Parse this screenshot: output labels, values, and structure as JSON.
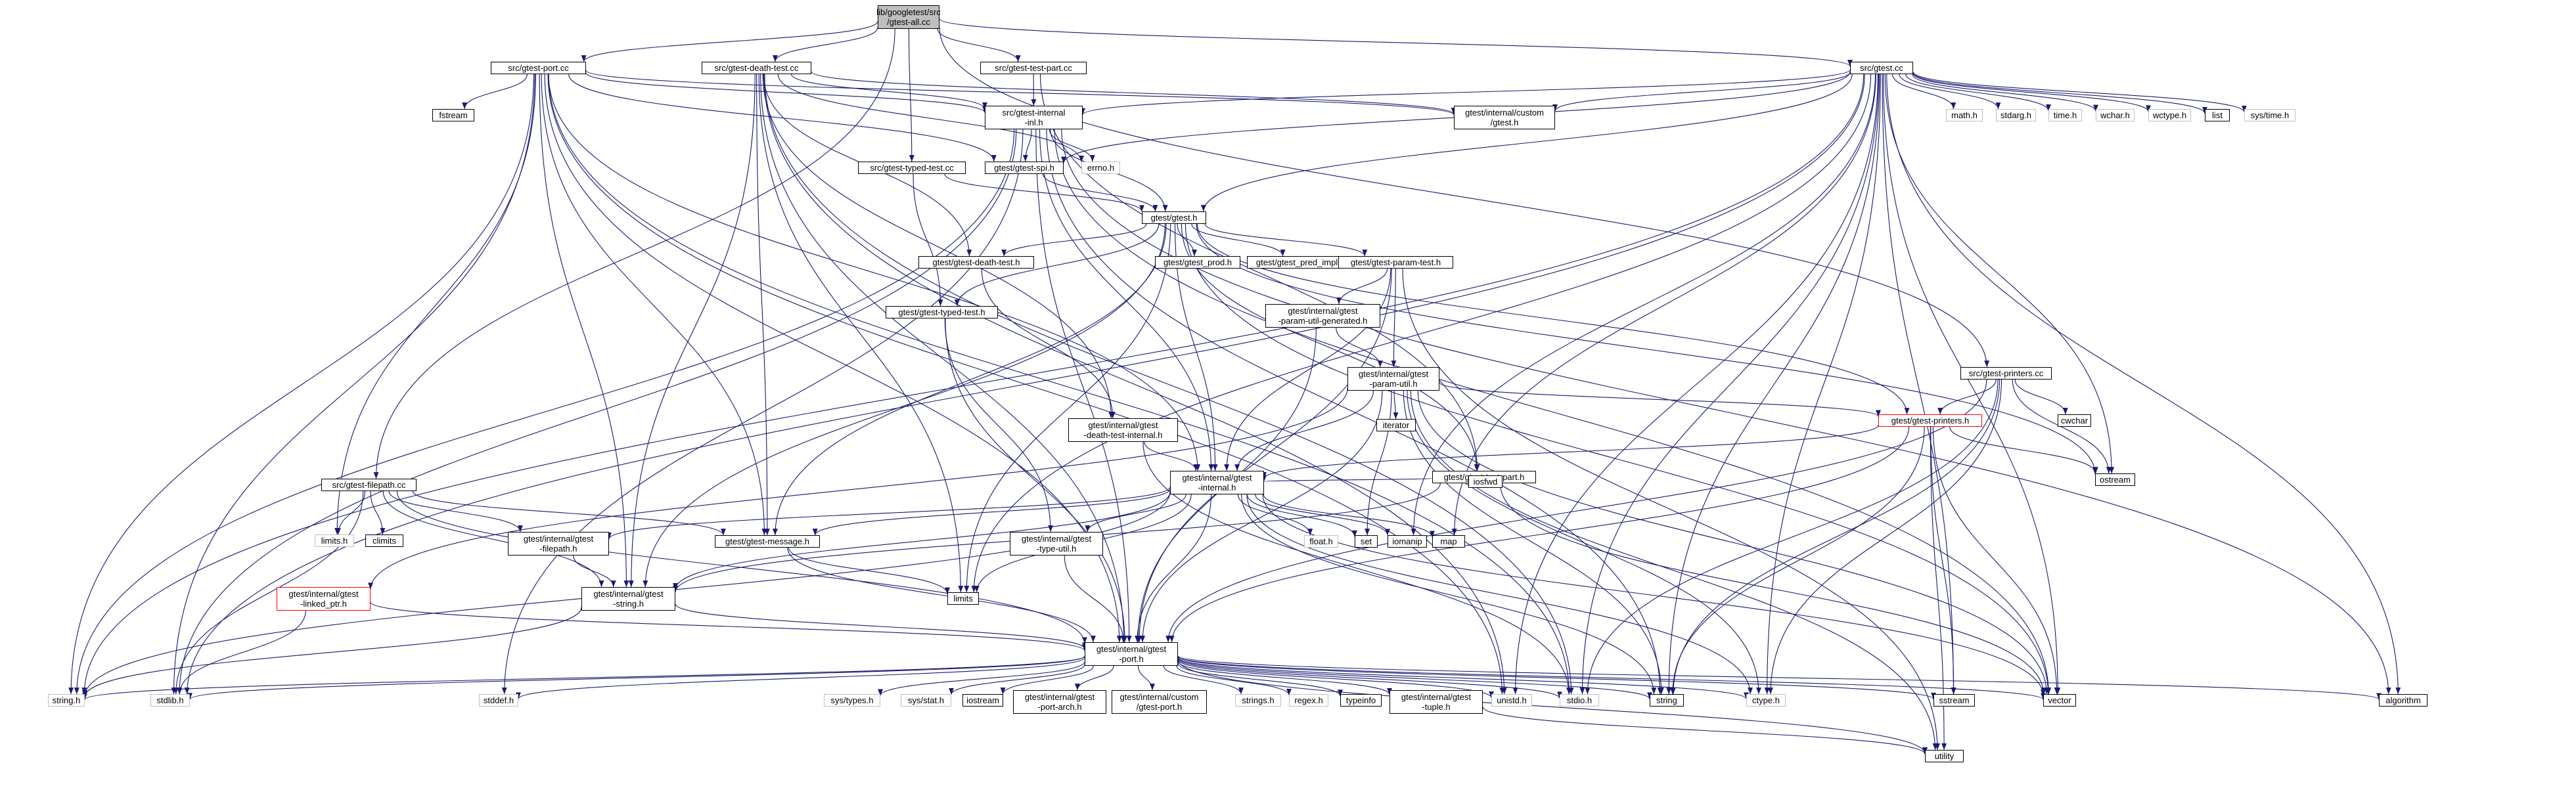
{
  "colors": {
    "edge": "#191970",
    "root_fill": "#bfbfbf",
    "system_border": "#bfbfbf",
    "truncated_border": "#ff0000",
    "node_border": "#000000"
  },
  "nodes": [
    {
      "id": "root",
      "label": "lib/googletest/src\n/gtest-all.cc",
      "kind": "root"
    },
    {
      "id": "port_cc",
      "label": "src/gtest-port.cc",
      "kind": "file"
    },
    {
      "id": "death_cc",
      "label": "src/gtest-death-test.cc",
      "kind": "file"
    },
    {
      "id": "testpart_cc",
      "label": "src/gtest-test-part.cc",
      "kind": "file"
    },
    {
      "id": "gtest_cc",
      "label": "src/gtest.cc",
      "kind": "file"
    },
    {
      "id": "fstream",
      "label": "fstream",
      "kind": "file"
    },
    {
      "id": "internal_inl",
      "label": "src/gtest-internal\n-inl.h",
      "kind": "file"
    },
    {
      "id": "custom_gtest",
      "label": "gtest/internal/custom\n/gtest.h",
      "kind": "file"
    },
    {
      "id": "math",
      "label": "math.h",
      "kind": "system"
    },
    {
      "id": "stdarg",
      "label": "stdarg.h",
      "kind": "system"
    },
    {
      "id": "time",
      "label": "time.h",
      "kind": "system"
    },
    {
      "id": "wchar",
      "label": "wchar.h",
      "kind": "system"
    },
    {
      "id": "wctype",
      "label": "wctype.h",
      "kind": "system"
    },
    {
      "id": "list",
      "label": "list",
      "kind": "file"
    },
    {
      "id": "systime",
      "label": "sys/time.h",
      "kind": "system"
    },
    {
      "id": "typed_cc",
      "label": "src/gtest-typed-test.cc",
      "kind": "file"
    },
    {
      "id": "spi",
      "label": "gtest/gtest-spi.h",
      "kind": "file"
    },
    {
      "id": "errno",
      "label": "errno.h",
      "kind": "system"
    },
    {
      "id": "gtest_h",
      "label": "gtest/gtest.h",
      "kind": "file"
    },
    {
      "id": "deathtest_h",
      "label": "gtest/gtest-death-test.h",
      "kind": "file"
    },
    {
      "id": "prod",
      "label": "gtest/gtest_prod.h",
      "kind": "file"
    },
    {
      "id": "pred_impl",
      "label": "gtest/gtest_pred_impl.h",
      "kind": "file"
    },
    {
      "id": "paramtest",
      "label": "gtest/gtest-param-test.h",
      "kind": "file"
    },
    {
      "id": "typedtest_h",
      "label": "gtest/gtest-typed-test.h",
      "kind": "file"
    },
    {
      "id": "param_gen",
      "label": "gtest/internal/gtest\n-param-util-generated.h",
      "kind": "file"
    },
    {
      "id": "param_util",
      "label": "gtest/internal/gtest\n-param-util.h",
      "kind": "file"
    },
    {
      "id": "printers_cc",
      "label": "src/gtest-printers.cc",
      "kind": "file"
    },
    {
      "id": "cwchar",
      "label": "cwchar",
      "kind": "file"
    },
    {
      "id": "printers_h",
      "label": "gtest/gtest-printers.h",
      "kind": "truncated"
    },
    {
      "id": "ostream",
      "label": "ostream",
      "kind": "file"
    },
    {
      "id": "iterator",
      "label": "iterator",
      "kind": "file"
    },
    {
      "id": "testpart_h",
      "label": "gtest/gtest-test-part.h",
      "kind": "file"
    },
    {
      "id": "iosfwd",
      "label": "iosfwd",
      "kind": "file"
    },
    {
      "id": "death_internal",
      "label": "gtest/internal/gtest\n-death-test-internal.h",
      "kind": "file"
    },
    {
      "id": "internal_h",
      "label": "gtest/internal/gtest\n-internal.h",
      "kind": "file"
    },
    {
      "id": "filepath_cc",
      "label": "src/gtest-filepath.cc",
      "kind": "file"
    },
    {
      "id": "limits_h",
      "label": "limits.h",
      "kind": "system"
    },
    {
      "id": "climits",
      "label": "climits",
      "kind": "file"
    },
    {
      "id": "filepath_h",
      "label": "gtest/internal/gtest\n-filepath.h",
      "kind": "file"
    },
    {
      "id": "message_h",
      "label": "gtest/gtest-message.h",
      "kind": "file"
    },
    {
      "id": "typeutil",
      "label": "gtest/internal/gtest\n-type-util.h",
      "kind": "file"
    },
    {
      "id": "float_h",
      "label": "float.h",
      "kind": "system"
    },
    {
      "id": "set",
      "label": "set",
      "kind": "file"
    },
    {
      "id": "iomanip",
      "label": "iomanip",
      "kind": "file"
    },
    {
      "id": "map",
      "label": "map",
      "kind": "file"
    },
    {
      "id": "linked_ptr",
      "label": "gtest/internal/gtest\n-linked_ptr.h",
      "kind": "truncated"
    },
    {
      "id": "string_h2",
      "label": "gtest/internal/gtest\n-string.h",
      "kind": "file"
    },
    {
      "id": "limits",
      "label": "limits",
      "kind": "file"
    },
    {
      "id": "port_h",
      "label": "gtest/internal/gtest\n-port.h",
      "kind": "file"
    },
    {
      "id": "string_sys",
      "label": "string.h",
      "kind": "system"
    },
    {
      "id": "stdlib",
      "label": "stdlib.h",
      "kind": "system"
    },
    {
      "id": "stddef",
      "label": "stddef.h",
      "kind": "system"
    },
    {
      "id": "systypes",
      "label": "sys/types.h",
      "kind": "system"
    },
    {
      "id": "sysstat",
      "label": "sys/stat.h",
      "kind": "system"
    },
    {
      "id": "iostream",
      "label": "iostream",
      "kind": "file"
    },
    {
      "id": "port_arch",
      "label": "gtest/internal/gtest\n-port-arch.h",
      "kind": "file"
    },
    {
      "id": "custom_port",
      "label": "gtest/internal/custom\n/gtest-port.h",
      "kind": "file"
    },
    {
      "id": "strings_h",
      "label": "strings.h",
      "kind": "system"
    },
    {
      "id": "regex",
      "label": "regex.h",
      "kind": "system"
    },
    {
      "id": "typeinfo",
      "label": "typeinfo",
      "kind": "file"
    },
    {
      "id": "tuple",
      "label": "gtest/internal/gtest\n-tuple.h",
      "kind": "file"
    },
    {
      "id": "unistd",
      "label": "unistd.h",
      "kind": "system"
    },
    {
      "id": "stdio",
      "label": "stdio.h",
      "kind": "system"
    },
    {
      "id": "string",
      "label": "string",
      "kind": "file"
    },
    {
      "id": "ctype",
      "label": "ctype.h",
      "kind": "system"
    },
    {
      "id": "sstream",
      "label": "sstream",
      "kind": "file"
    },
    {
      "id": "vector",
      "label": "vector",
      "kind": "file"
    },
    {
      "id": "algorithm",
      "label": "algorithm",
      "kind": "file"
    },
    {
      "id": "utility",
      "label": "utility",
      "kind": "file"
    }
  ],
  "edges": [
    [
      "root",
      "port_cc"
    ],
    [
      "root",
      "death_cc"
    ],
    [
      "root",
      "testpart_cc"
    ],
    [
      "root",
      "gtest_cc"
    ],
    [
      "root",
      "typed_cc"
    ],
    [
      "root",
      "filepath_cc"
    ],
    [
      "root",
      "printers_cc"
    ],
    [
      "port_cc",
      "fstream"
    ],
    [
      "port_cc",
      "internal_inl"
    ],
    [
      "port_cc",
      "spi"
    ],
    [
      "port_cc",
      "message_h"
    ],
    [
      "port_cc",
      "internal_h"
    ],
    [
      "port_cc",
      "string_h2"
    ],
    [
      "port_cc",
      "port_h"
    ],
    [
      "port_cc",
      "limits_h"
    ],
    [
      "port_cc",
      "stdlib"
    ],
    [
      "port_cc",
      "string_sys"
    ],
    [
      "port_cc",
      "stdio"
    ],
    [
      "port_cc",
      "unistd"
    ],
    [
      "port_cc",
      "custom_gtest"
    ],
    [
      "death_cc",
      "internal_inl"
    ],
    [
      "death_cc",
      "deathtest_h"
    ],
    [
      "death_cc",
      "death_internal"
    ],
    [
      "death_cc",
      "message_h"
    ],
    [
      "death_cc",
      "string_h2"
    ],
    [
      "death_cc",
      "port_h"
    ],
    [
      "death_cc",
      "custom_gtest"
    ],
    [
      "death_cc",
      "errno"
    ],
    [
      "death_cc",
      "limits"
    ],
    [
      "death_cc",
      "unistd"
    ],
    [
      "death_cc",
      "stdio"
    ],
    [
      "testpart_cc",
      "internal_inl"
    ],
    [
      "testpart_cc",
      "testpart_h"
    ],
    [
      "gtest_cc",
      "custom_gtest"
    ],
    [
      "gtest_cc",
      "internal_inl"
    ],
    [
      "gtest_cc",
      "spi"
    ],
    [
      "gtest_cc",
      "gtest_h"
    ],
    [
      "gtest_cc",
      "math"
    ],
    [
      "gtest_cc",
      "stdarg"
    ],
    [
      "gtest_cc",
      "time"
    ],
    [
      "gtest_cc",
      "wchar"
    ],
    [
      "gtest_cc",
      "wctype"
    ],
    [
      "gtest_cc",
      "list"
    ],
    [
      "gtest_cc",
      "systime"
    ],
    [
      "gtest_cc",
      "algorithm"
    ],
    [
      "gtest_cc",
      "vector"
    ],
    [
      "gtest_cc",
      "sstream"
    ],
    [
      "gtest_cc",
      "ostream"
    ],
    [
      "gtest_cc",
      "iomanip"
    ],
    [
      "gtest_cc",
      "map"
    ],
    [
      "gtest_cc",
      "stdio"
    ],
    [
      "gtest_cc",
      "unistd"
    ],
    [
      "gtest_cc",
      "string"
    ],
    [
      "gtest_cc",
      "ctype"
    ],
    [
      "gtest_cc",
      "stdlib"
    ],
    [
      "gtest_cc",
      "string_sys"
    ],
    [
      "gtest_cc",
      "limits"
    ],
    [
      "internal_inl",
      "spi"
    ],
    [
      "internal_inl",
      "gtest_h"
    ],
    [
      "internal_inl",
      "errno"
    ],
    [
      "internal_inl",
      "port_h"
    ],
    [
      "internal_inl",
      "internal_h"
    ],
    [
      "internal_inl",
      "string"
    ],
    [
      "internal_inl",
      "vector"
    ],
    [
      "internal_inl",
      "algorithm"
    ],
    [
      "internal_inl",
      "stdlib"
    ],
    [
      "internal_inl",
      "string_sys"
    ],
    [
      "internal_inl",
      "stddef"
    ],
    [
      "typed_cc",
      "gtest_h"
    ],
    [
      "typed_cc",
      "typedtest_h"
    ],
    [
      "spi",
      "gtest_h"
    ],
    [
      "gtest_h",
      "deathtest_h"
    ],
    [
      "gtest_h",
      "prod"
    ],
    [
      "gtest_h",
      "pred_impl"
    ],
    [
      "gtest_h",
      "paramtest"
    ],
    [
      "gtest_h",
      "typedtest_h"
    ],
    [
      "gtest_h",
      "testpart_h"
    ],
    [
      "gtest_h",
      "printers_h"
    ],
    [
      "gtest_h",
      "message_h"
    ],
    [
      "gtest_h",
      "string_h2"
    ],
    [
      "gtest_h",
      "internal_h"
    ],
    [
      "gtest_h",
      "limits"
    ],
    [
      "gtest_h",
      "ostream"
    ],
    [
      "gtest_h",
      "vector"
    ],
    [
      "deathtest_h",
      "death_internal"
    ],
    [
      "paramtest",
      "param_gen"
    ],
    [
      "paramtest",
      "param_util"
    ],
    [
      "paramtest",
      "port_h"
    ],
    [
      "paramtest",
      "internal_h"
    ],
    [
      "paramtest",
      "utility"
    ],
    [
      "typedtest_h",
      "typeutil"
    ],
    [
      "typedtest_h",
      "port_h"
    ],
    [
      "param_gen",
      "param_util"
    ],
    [
      "param_gen",
      "port_h"
    ],
    [
      "param_util",
      "iterator"
    ],
    [
      "param_util",
      "printers_h"
    ],
    [
      "param_util",
      "internal_h"
    ],
    [
      "param_util",
      "port_h"
    ],
    [
      "param_util",
      "linked_ptr"
    ],
    [
      "param_util",
      "set"
    ],
    [
      "param_util",
      "vector"
    ],
    [
      "param_util",
      "ctype"
    ],
    [
      "param_util",
      "utility"
    ],
    [
      "param_util",
      "string"
    ],
    [
      "printers_cc",
      "cwchar"
    ],
    [
      "printers_cc",
      "printers_h"
    ],
    [
      "printers_cc",
      "ostream"
    ],
    [
      "printers_cc",
      "port_h"
    ],
    [
      "printers_cc",
      "ctype"
    ],
    [
      "printers_cc",
      "stdio"
    ],
    [
      "printers_cc",
      "string"
    ],
    [
      "printers_h",
      "ostream"
    ],
    [
      "printers_h",
      "internal_h"
    ],
    [
      "printers_h",
      "port_h"
    ],
    [
      "printers_h",
      "sstream"
    ],
    [
      "printers_h",
      "string"
    ],
    [
      "printers_h",
      "utility"
    ],
    [
      "printers_h",
      "vector"
    ],
    [
      "testpart_h",
      "iosfwd"
    ],
    [
      "testpart_h",
      "internal_h"
    ],
    [
      "testpart_h",
      "string_h2"
    ],
    [
      "testpart_h",
      "vector"
    ],
    [
      "death_internal",
      "internal_h"
    ],
    [
      "death_internal",
      "stdio"
    ],
    [
      "internal_h",
      "port_h"
    ],
    [
      "internal_h",
      "message_h"
    ],
    [
      "internal_h",
      "filepath_h"
    ],
    [
      "internal_h",
      "string_h2"
    ],
    [
      "internal_h",
      "typeutil"
    ],
    [
      "internal_h",
      "float_h"
    ],
    [
      "internal_h",
      "set"
    ],
    [
      "internal_h",
      "iomanip"
    ],
    [
      "internal_h",
      "map"
    ],
    [
      "internal_h",
      "limits"
    ],
    [
      "internal_h",
      "string"
    ],
    [
      "internal_h",
      "vector"
    ],
    [
      "internal_h",
      "ctype"
    ],
    [
      "internal_h",
      "string_sys"
    ],
    [
      "filepath_cc",
      "limits_h"
    ],
    [
      "filepath_cc",
      "climits"
    ],
    [
      "filepath_cc",
      "filepath_h"
    ],
    [
      "filepath_cc",
      "message_h"
    ],
    [
      "filepath_cc",
      "string_h2"
    ],
    [
      "filepath_cc",
      "port_h"
    ],
    [
      "filepath_cc",
      "stdlib"
    ],
    [
      "filepath_h",
      "string_h2"
    ],
    [
      "message_h",
      "limits"
    ],
    [
      "message_h",
      "port_h"
    ],
    [
      "typeutil",
      "port_h"
    ],
    [
      "linked_ptr",
      "port_h"
    ],
    [
      "linked_ptr",
      "stdlib"
    ],
    [
      "string_h2",
      "port_h"
    ],
    [
      "string_h2",
      "string_sys"
    ],
    [
      "port_h",
      "string_sys"
    ],
    [
      "port_h",
      "stdlib"
    ],
    [
      "port_h",
      "stddef"
    ],
    [
      "port_h",
      "systypes"
    ],
    [
      "port_h",
      "sysstat"
    ],
    [
      "port_h",
      "iostream"
    ],
    [
      "port_h",
      "port_arch"
    ],
    [
      "port_h",
      "custom_port"
    ],
    [
      "port_h",
      "strings_h"
    ],
    [
      "port_h",
      "regex"
    ],
    [
      "port_h",
      "typeinfo"
    ],
    [
      "port_h",
      "tuple"
    ],
    [
      "port_h",
      "unistd"
    ],
    [
      "port_h",
      "stdio"
    ],
    [
      "port_h",
      "string"
    ],
    [
      "port_h",
      "ctype"
    ],
    [
      "port_h",
      "sstream"
    ],
    [
      "port_h",
      "vector"
    ],
    [
      "port_h",
      "algorithm"
    ],
    [
      "port_h",
      "utility"
    ],
    [
      "tuple",
      "utility"
    ]
  ]
}
